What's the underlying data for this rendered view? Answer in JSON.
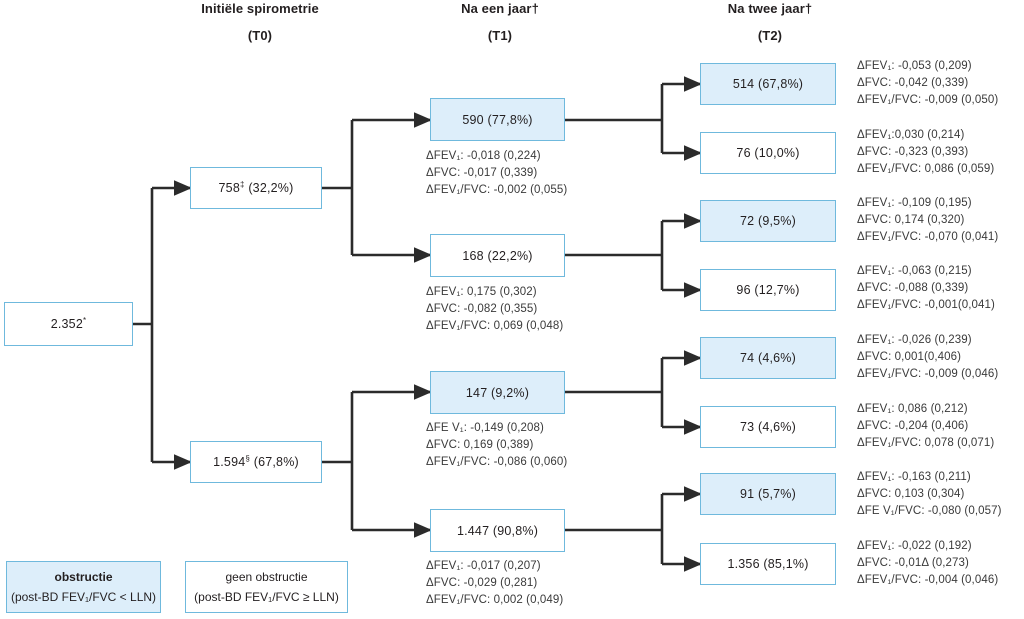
{
  "headers": [
    {
      "title": "Initiële spirometrie",
      "sub": "(T0)"
    },
    {
      "title": "Na een jaar†",
      "sub": "(T1)"
    },
    {
      "title": "Na twee jaar†",
      "sub": "(T2)"
    }
  ],
  "nodes": {
    "root": {
      "value": "2.352",
      "sup": "*",
      "pct": ""
    },
    "t0_obstr": {
      "value": "758",
      "sup": "‡",
      "pct": " (32,2%)"
    },
    "t0_noobstr": {
      "value": "1.594",
      "sup": "§",
      "pct": " (67,8%)"
    },
    "t1_a": {
      "value": "590",
      "sup": "",
      "pct": " (77,8%)"
    },
    "t1_b": {
      "value": "168",
      "sup": "",
      "pct": " (22,2%)"
    },
    "t1_c": {
      "value": "147",
      "sup": "",
      "pct": " (9,2%)"
    },
    "t1_d": {
      "value": "1.447",
      "sup": "",
      "pct": " (90,8%)"
    },
    "t2_a": {
      "value": "514",
      "sup": "",
      "pct": " (67,8%)"
    },
    "t2_b": {
      "value": "76",
      "sup": "",
      "pct": " (10,0%)"
    },
    "t2_c": {
      "value": "72",
      "sup": "",
      "pct": " (9,5%)"
    },
    "t2_d": {
      "value": "96",
      "sup": "",
      "pct": " (12,7%)"
    },
    "t2_e": {
      "value": "74",
      "sup": "",
      "pct": " (4,6%)"
    },
    "t2_f": {
      "value": "73",
      "sup": "",
      "pct": " (4,6%)"
    },
    "t2_g": {
      "value": "91",
      "sup": "",
      "pct": " (5,7%)"
    },
    "t2_h": {
      "value": "1.356",
      "sup": "",
      "pct": " (85,1%)"
    }
  },
  "stats": {
    "t1_a": [
      "ΔFEV₁: -0,018 (0,224)",
      "ΔFVC: -0,017 (0,339)",
      "ΔFEV₁/FVC: -0,002 (0,055)"
    ],
    "t1_b": [
      "ΔFEV₁: 0,175 (0,302)",
      "ΔFVC: -0,082 (0,355)",
      "ΔFEV₁/FVC: 0,069 (0,048)"
    ],
    "t1_c": [
      "ΔFE V₁: -0,149 (0,208)",
      "ΔFVC: 0,169 (0,389)",
      "ΔFEV₁/FVC: -0,086 (0,060)"
    ],
    "t1_d": [
      "ΔFEV₁: -0,017 (0,207)",
      "ΔFVC: -0,029 (0,281)",
      "ΔFEV₁/FVC: 0,002 (0,049)"
    ],
    "t2_a": [
      "ΔFEV₁: -0,053 (0,209)",
      "ΔFVC: -0,042 (0,339)",
      "ΔFEV₁/FVC: -0,009 (0,050)"
    ],
    "t2_b": [
      "ΔFEV₁:0,030 (0,214)",
      "ΔFVC: -0,323 (0,393)",
      "ΔFEV₁/FVC: 0,086 (0,059)"
    ],
    "t2_c": [
      "ΔFEV₁: -0,109 (0,195)",
      "ΔFVC: 0,174 (0,320)",
      "ΔFEV₁/FVC: -0,070 (0,041)"
    ],
    "t2_d": [
      "ΔFEV₁: -0,063 (0,215)",
      "ΔFVC: -0,088 (0,339)",
      "ΔFEV₁/FVC: -0,001(0,041)"
    ],
    "t2_e": [
      "ΔFEV₁: -0,026 (0,239)",
      "ΔFVC: 0,001(0,406)",
      "ΔFEV₁/FVC: -0,009 (0,046)"
    ],
    "t2_f": [
      "ΔFEV₁: 0,086 (0,212)",
      "ΔFVC: -0,204 (0,406)",
      "ΔFEV₁/FVC: 0,078 (0,071)"
    ],
    "t2_g": [
      "ΔFEV₁: -0,163 (0,211)",
      "ΔFVC: 0,103 (0,304)",
      "ΔFE V₁/FVC: -0,080 (0,057)"
    ],
    "t2_h": [
      "ΔFEV₁: -0,022 (0,192)",
      "ΔFVC: -0,01Δ (0,273)",
      "ΔFEV₁/FVC: -0,004 (0,046)"
    ]
  },
  "legend": {
    "obstructie": {
      "line1": "obstructie",
      "line2": "(post-BD FEV₁/FVC < LLN)"
    },
    "geen_obstructie": {
      "line1": "geen obstructie",
      "line2": "(post-BD FEV₁/FVC ≥ LLN)"
    }
  },
  "colors": {
    "box_border": "#6fb9dd",
    "box_fill": "#ddeefa",
    "edge": "#2b2b2b",
    "text": "#231f20"
  }
}
